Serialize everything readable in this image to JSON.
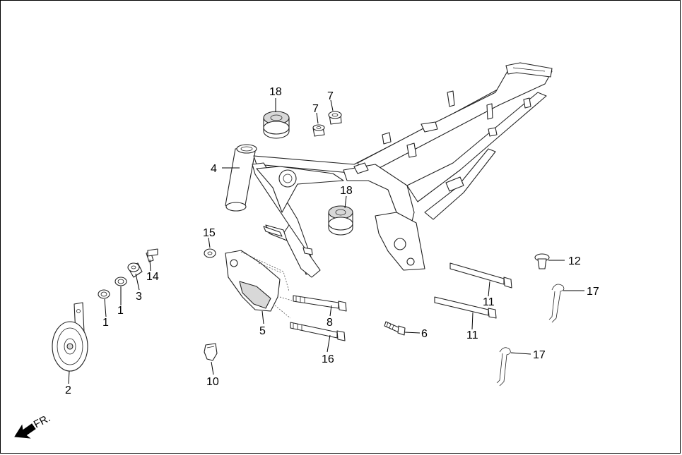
{
  "callouts": {
    "c1a": "1",
    "c1b": "1",
    "c2": "2",
    "c3": "3",
    "c4": "4",
    "c5": "5",
    "c6": "6",
    "c7a": "7",
    "c7b": "7",
    "c8": "8",
    "c10": "10",
    "c11a": "11",
    "c11b": "11",
    "c12": "12",
    "c14": "14",
    "c15": "15",
    "c16": "16",
    "c17a": "17",
    "c17b": "17",
    "c18a": "18",
    "c18b": "18"
  },
  "direction": {
    "label": "FR."
  }
}
